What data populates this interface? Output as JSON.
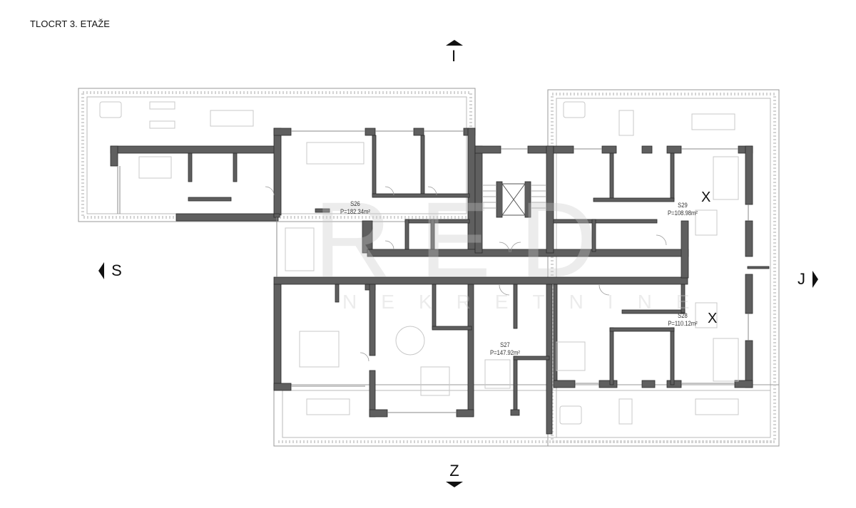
{
  "header": {
    "title": "TLOCRT 3. ETAŽE"
  },
  "compass": {
    "north": "I",
    "west": "S",
    "east": "J",
    "south": "Z"
  },
  "units": [
    {
      "id": "S26",
      "area": "P=182.34m²"
    },
    {
      "id": "S27",
      "area": "P=147.92m²"
    },
    {
      "id": "S28",
      "area": "P=110.12m²",
      "marked": "X"
    },
    {
      "id": "S29",
      "area": "P=108.98m²",
      "marked": "X"
    }
  ],
  "watermark": {
    "main": "RED",
    "sub": "NEKRETNINE"
  },
  "colors": {
    "wall": "#5f5f5f",
    "wall_outline": "#2a2a2a",
    "furniture": "#c8c8c8",
    "terrace_border": "#9a9a9a",
    "text": "#111111"
  }
}
